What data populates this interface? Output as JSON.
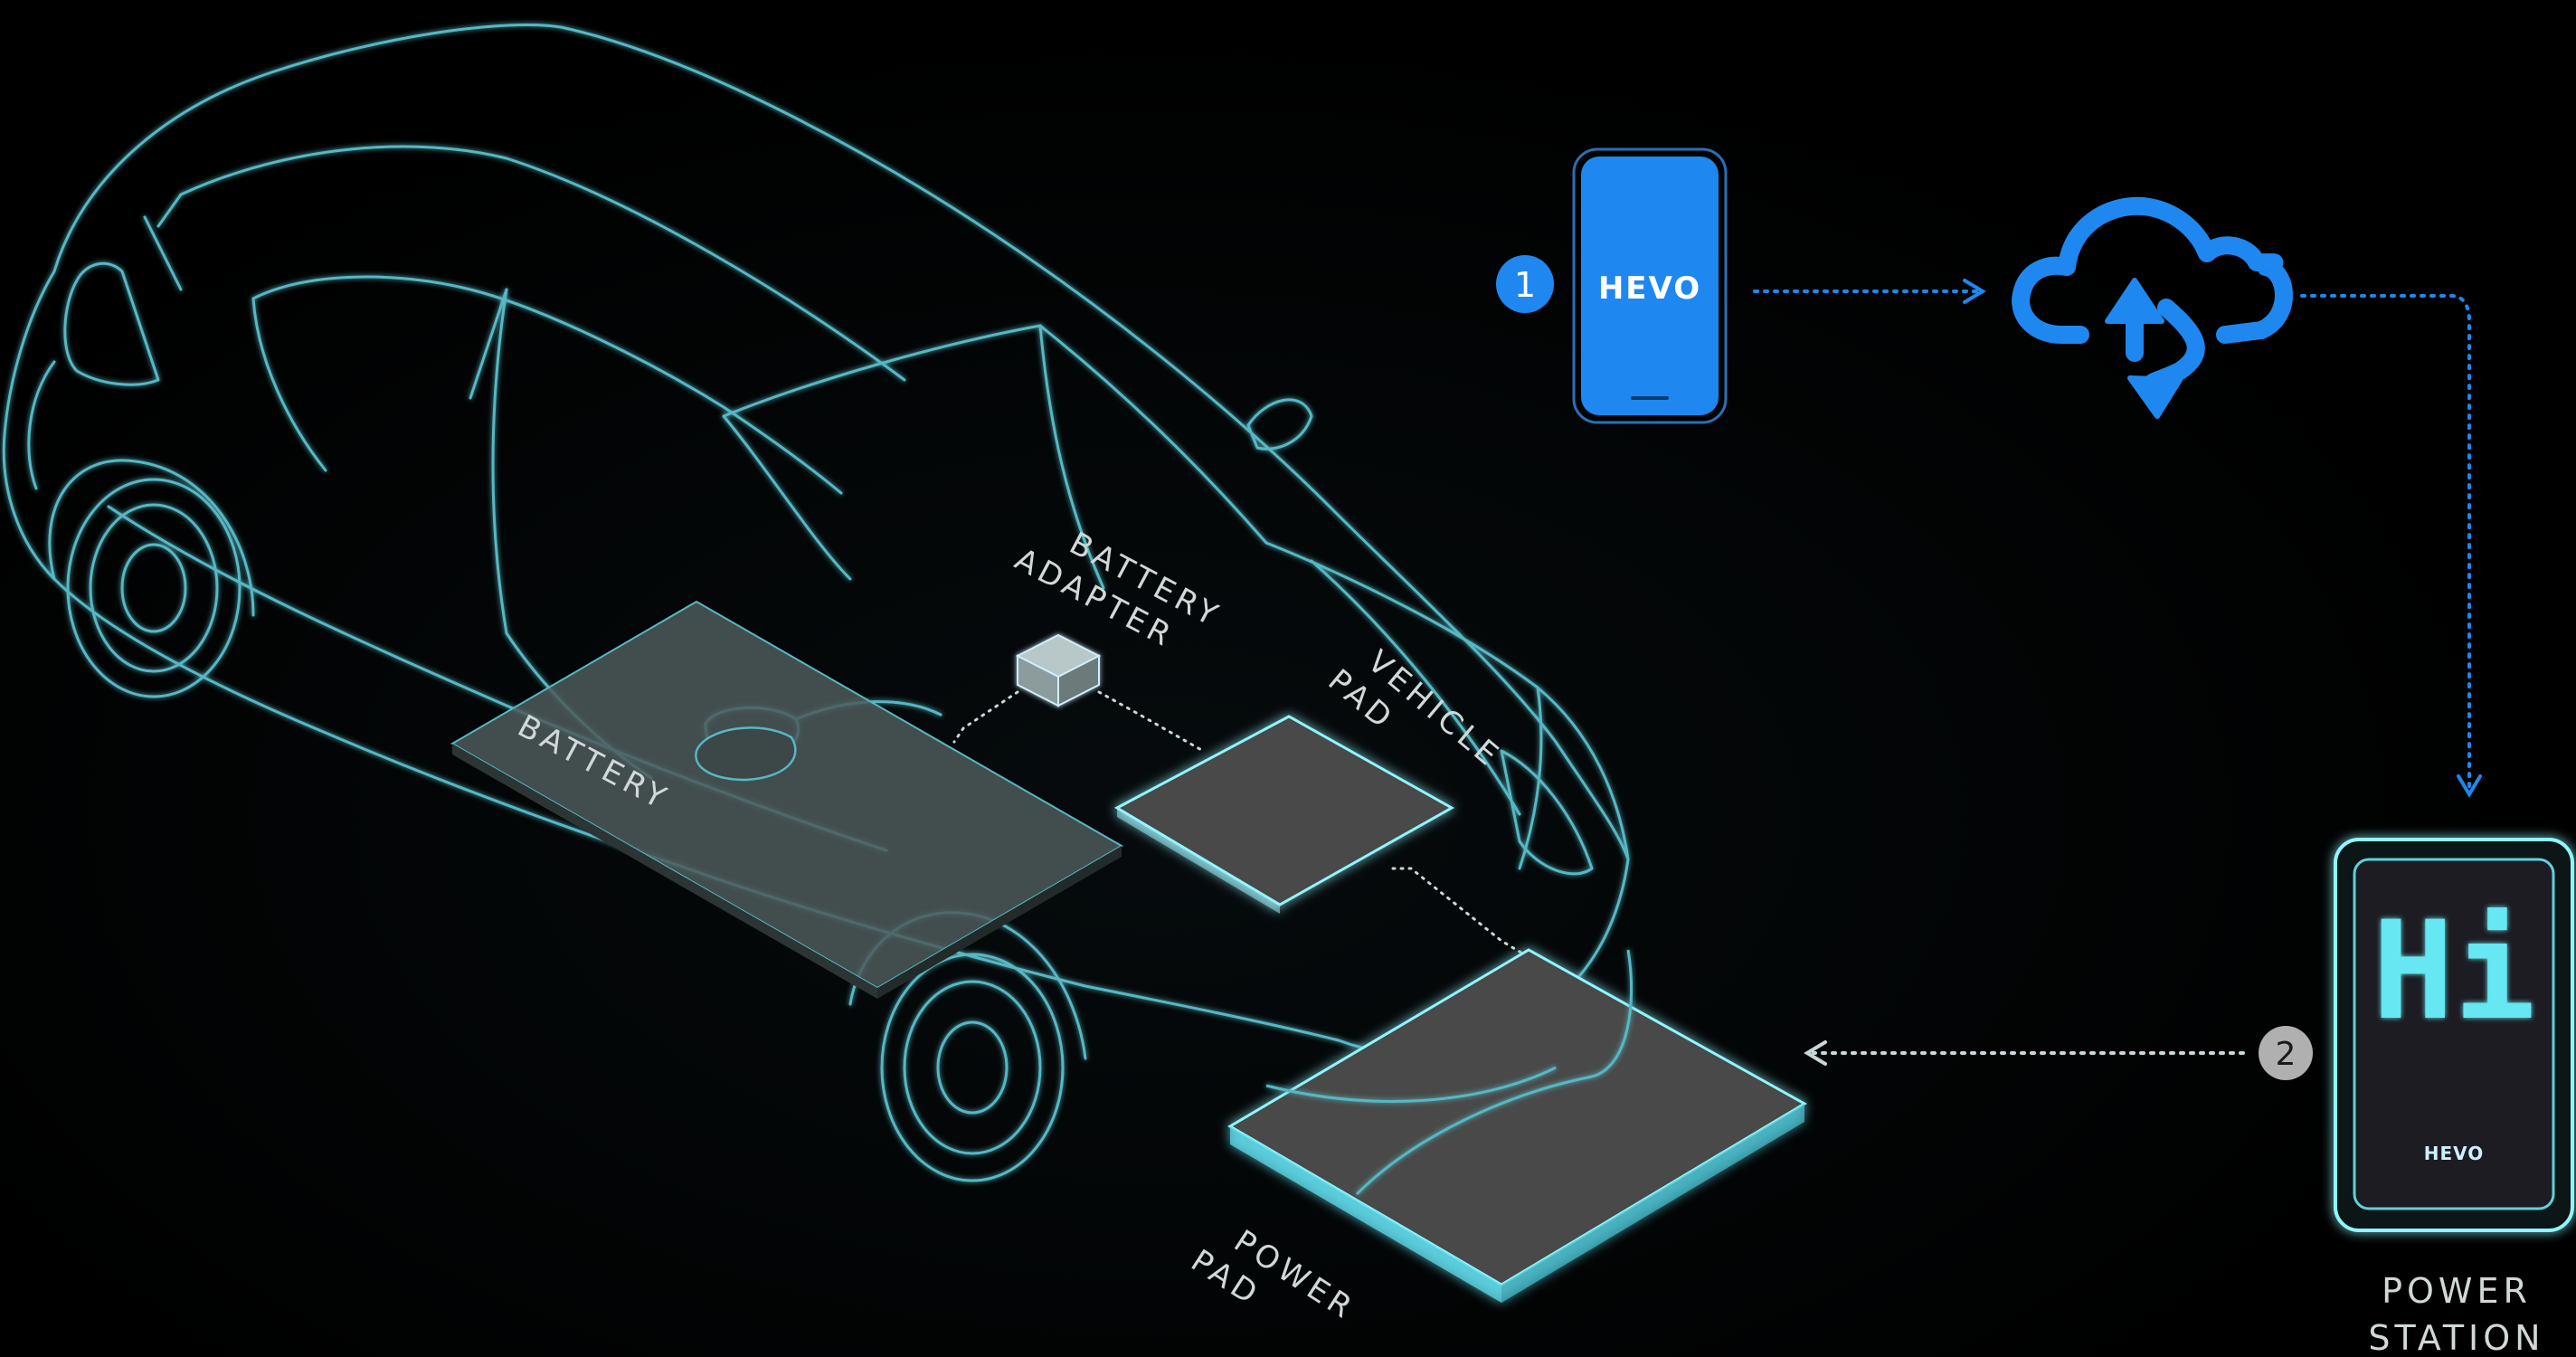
{
  "labels": {
    "battery_adapter_line1": "BATTERY",
    "battery_adapter_line2": "ADAPTER",
    "battery": "BATTERY",
    "vehicle_pad_line1": "VEHICLE",
    "vehicle_pad_line2": "PAD",
    "power_pad_line1": "POWER",
    "power_pad_line2": "PAD",
    "power_station_line1": "POWER",
    "power_station_line2": "STATION"
  },
  "phone": {
    "brand": "HEVO"
  },
  "station": {
    "display_text": "Hi",
    "brand": "HEVO"
  },
  "steps": {
    "step1": "1",
    "step2": "2"
  },
  "colors": {
    "background": "#000000",
    "outline": "#56b8c4",
    "glow": "#7ef0ff",
    "accent_blue": "#1e88f0",
    "pad_fill": "#4a4a4a",
    "step2_badge": "#b0b0b0"
  }
}
